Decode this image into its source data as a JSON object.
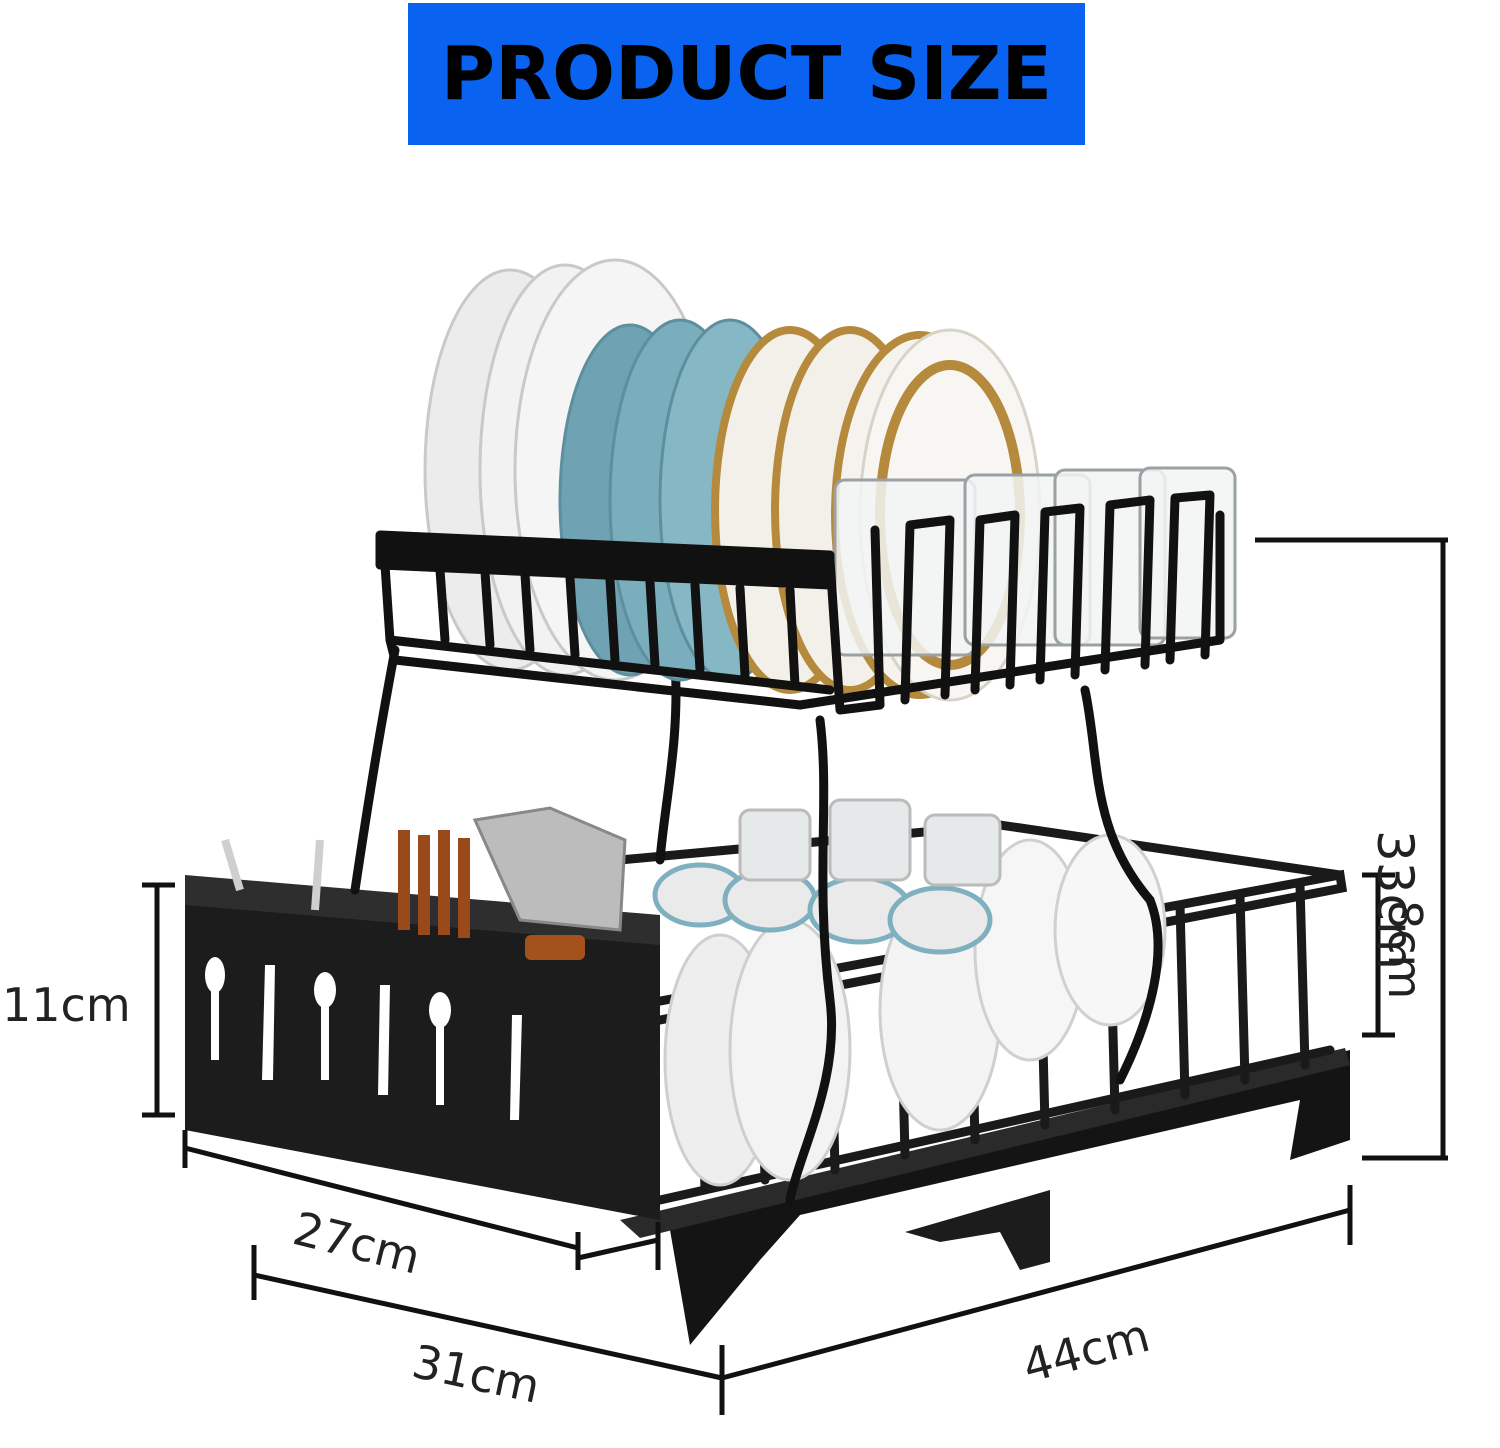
{
  "banner": {
    "title": "PRODUCT SIZE",
    "color": "#0a63f0",
    "text_color": "#000000"
  },
  "dimensions": {
    "total_height": "33cm",
    "basket_height": "11cm",
    "lower_rack_height": "8cm",
    "basket_width": "27cm",
    "depth": "31cm",
    "length": "44cm"
  },
  "colors": {
    "rack": "#1a1a1a",
    "tray": "#111111",
    "plate_white": "#f1f1f1",
    "plate_teal": "#7fb0bf",
    "plate_gold": "#b58a3c",
    "dim_line": "#111111"
  }
}
